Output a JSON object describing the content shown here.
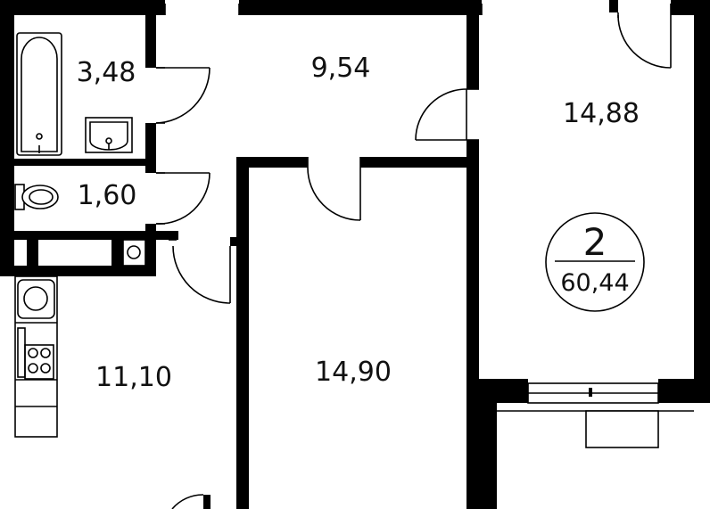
{
  "rooms": [
    {
      "id": "bathroom",
      "area": "3,48"
    },
    {
      "id": "hall",
      "area": "9,54"
    },
    {
      "id": "bedroom-large",
      "area": "14,88"
    },
    {
      "id": "toilet",
      "area": "1,60"
    },
    {
      "id": "kitchen",
      "area": "11,10"
    },
    {
      "id": "bedroom-middle",
      "area": "14,90"
    }
  ],
  "badge": {
    "rooms_count": "2",
    "total_area": "60,44"
  },
  "colors": {
    "wall": "#000000",
    "background": "#ffffff"
  }
}
